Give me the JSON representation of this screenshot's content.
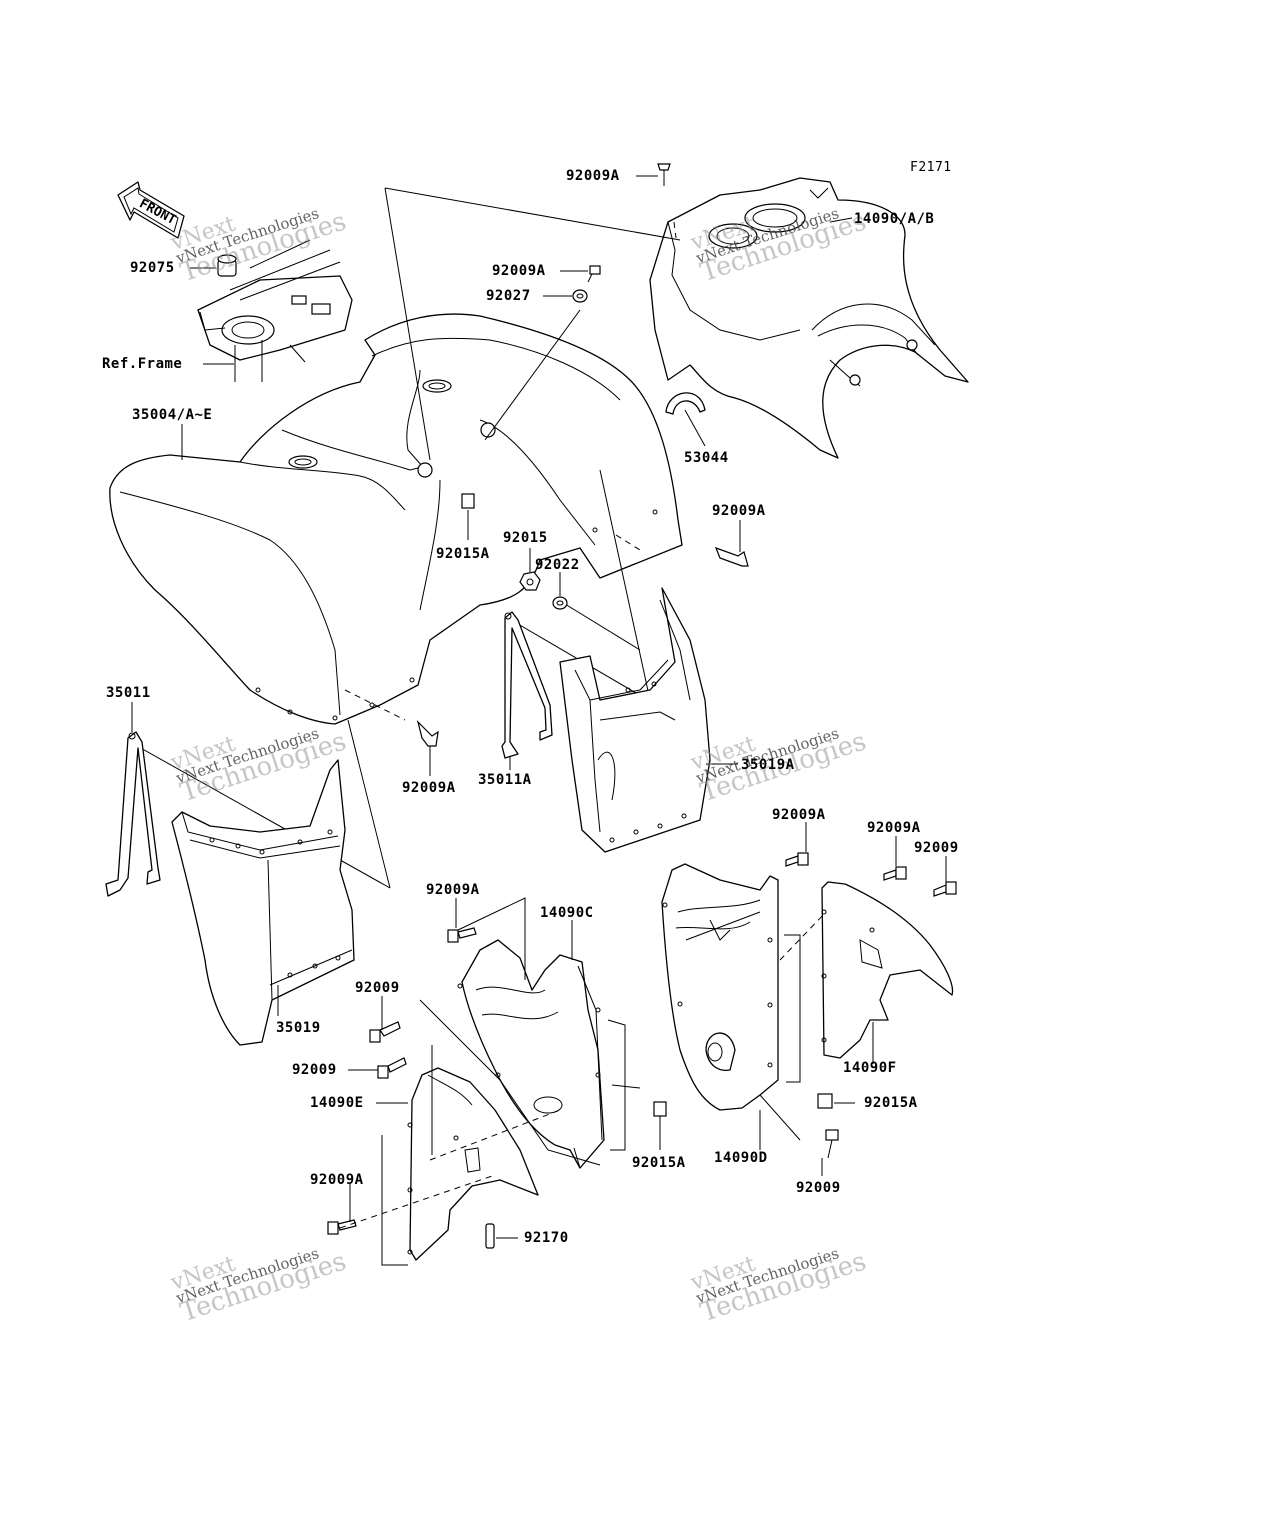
{
  "figure_code": "F2171",
  "front_arrow_label": "FRONT",
  "watermark": {
    "line1": "vNext",
    "line2": "vNext Technologies",
    "line3": "Technologies"
  },
  "callouts": {
    "c_92009A_top": "92009A",
    "c_14090AB": "14090/A/B",
    "c_92075": "92075",
    "c_92009A_b": "92009A",
    "c_92027": "92027",
    "c_ref_frame": "Ref.Frame",
    "c_35004": "35004/A~E",
    "c_53044": "53044",
    "c_92009A_r": "92009A",
    "c_92015": "92015",
    "c_92022": "92022",
    "c_92015A_a": "92015A",
    "c_35011": "35011",
    "c_92009A_mid": "92009A",
    "c_35011A": "35011A",
    "c_35019A": "35019A",
    "c_92009A_d": "92009A",
    "c_92009A_e": "92009A",
    "c_92009_f": "92009",
    "c_92009A_g": "92009A",
    "c_14090C": "14090C",
    "c_92009_h": "92009",
    "c_35019": "35019",
    "c_92009_i": "92009",
    "c_14090E": "14090E",
    "c_92015A_b": "92015A",
    "c_14090F": "14090F",
    "c_92015A_c": "92015A",
    "c_14090D": "14090D",
    "c_92009_j": "92009",
    "c_92009A_k": "92009A",
    "c_92170": "92170"
  }
}
